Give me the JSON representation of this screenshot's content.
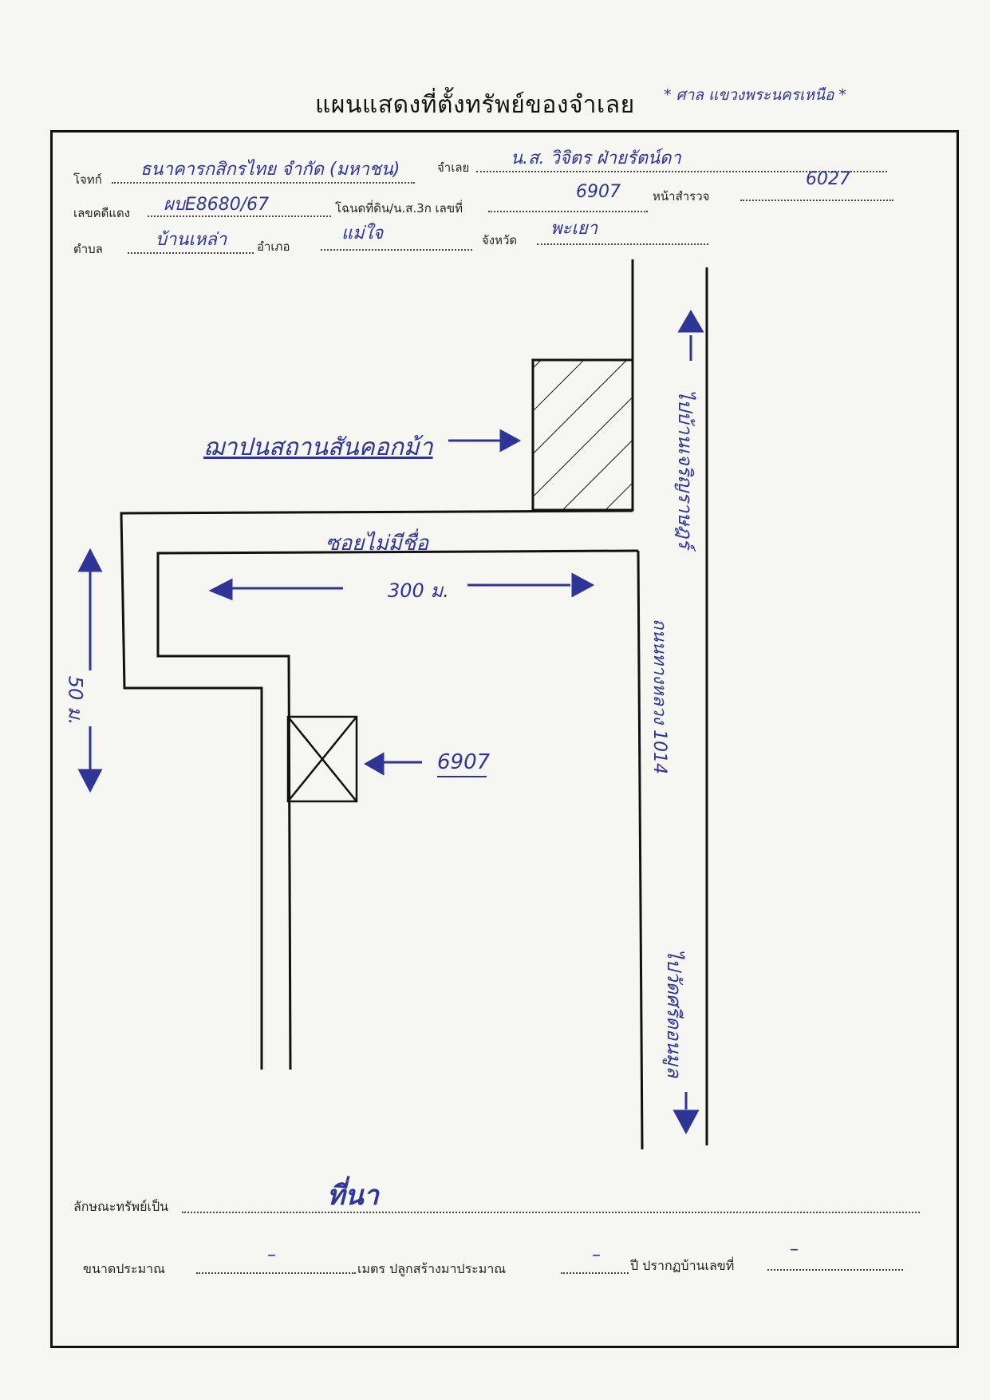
{
  "title": "แผนแสดงที่ตั้งทรัพย์ของจำเลย",
  "title_note": "* ศาล แขวงพระนครเหนือ *",
  "header": {
    "plaintiff": {
      "label": "โจทก์",
      "value": "ธนาคารกสิกรไทย จำกัด (มหาชน)"
    },
    "defendant": {
      "label": "จำเลย",
      "value": "น.ส. วิจิตร ฝ่ายรัตน์ดา"
    },
    "red_case": {
      "label": "เลขคดีแดง",
      "value": "ผบE8680/67"
    },
    "deed": {
      "label": "โฉนดที่ดิน/น.ส.3ก เลขที่",
      "value": "6907"
    },
    "survey_page": {
      "label": "หน้าสำรวจ",
      "value": "6027"
    },
    "subdistrict": {
      "label": "ตำบล",
      "value": "บ้านเหล่า"
    },
    "district": {
      "label": "อำเภอ",
      "value": "แม่ใจ"
    },
    "province": {
      "label": "จังหวัด",
      "value": "พะเยา"
    }
  },
  "map": {
    "landmark_label": "ฌาปนสถานสันคอกม้า",
    "alley_label": "ซอยไม่มีชื่อ",
    "distance_h": "300 ม.",
    "distance_v": "50 ม.",
    "parcel_label": "6907",
    "highway_label": "ถนนทางหลวง 1014",
    "to_north": "ไปบ้านเจริญราษฎร์",
    "to_south": "ไปวัดศรีดอนมูล"
  },
  "footer": {
    "property_type_label": "ลักษณะทรัพย์เป็น",
    "property_type_value": "ที่นา",
    "size_label": "ขนาดประมาณ",
    "size_value": "–",
    "meters_label": "เมตร ปลูกสร้างมาประมาณ",
    "built_value": "–",
    "house_label": "ปี ปรากฏบ้านเลขที่",
    "house_value": "–"
  }
}
